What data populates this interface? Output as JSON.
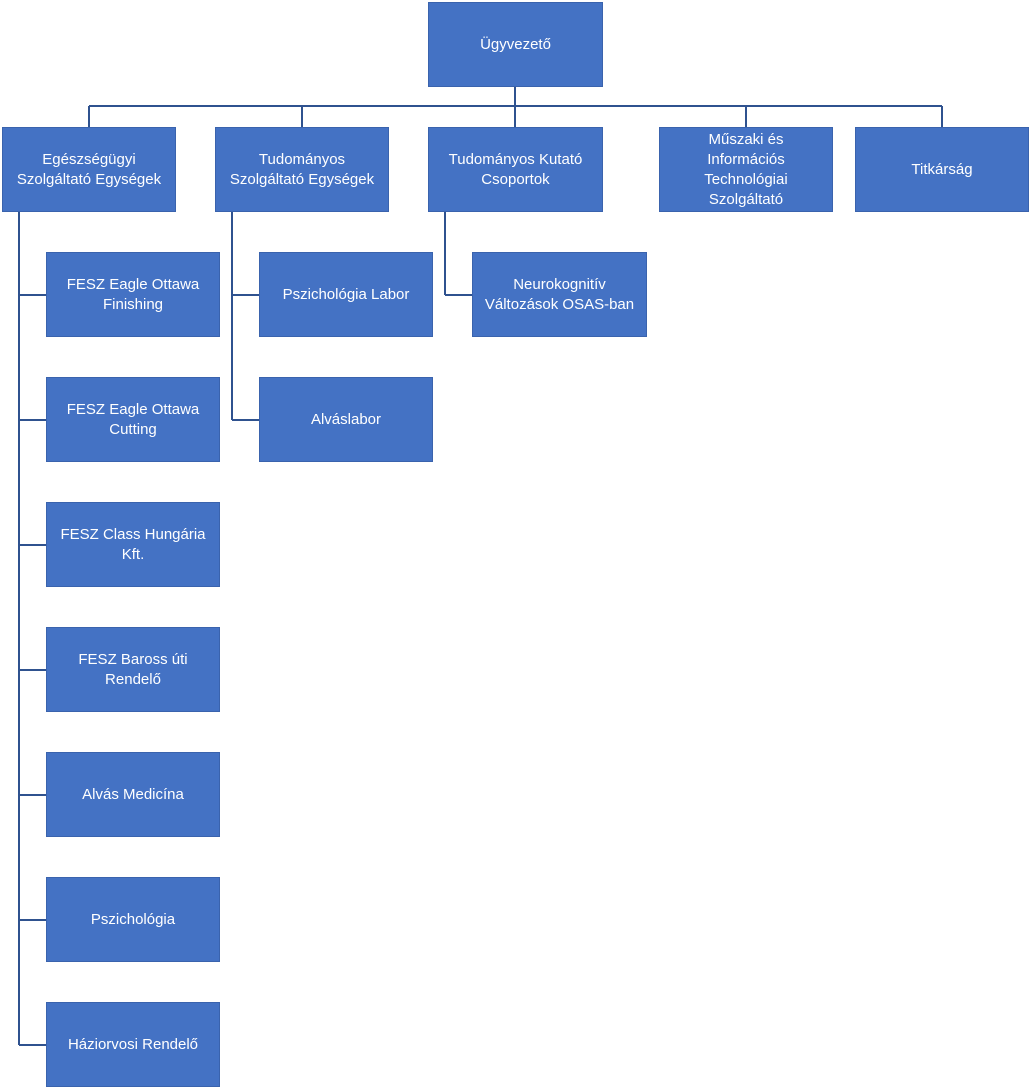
{
  "colors": {
    "box_fill": "#4472c4",
    "connector": "#2f528f",
    "text": "#ffffff"
  },
  "chart": {
    "root": {
      "label": "Ügyvezető"
    },
    "departments": [
      {
        "label": "Egészségügyi\nSzolgáltató Egységek",
        "children": [
          {
            "label": "FESZ Eagle Ottawa\nFinishing"
          },
          {
            "label": "FESZ Eagle Ottawa\nCutting"
          },
          {
            "label": "FESZ Class Hungária\nKft."
          },
          {
            "label": "FESZ Baross úti\nRendelő"
          },
          {
            "label": "Alvás Medicína"
          },
          {
            "label": "Pszichológia"
          },
          {
            "label": "Háziorvosi Rendelő"
          }
        ]
      },
      {
        "label": "Tudományos\nSzolgáltató Egységek",
        "children": [
          {
            "label": "Pszichológia Labor"
          },
          {
            "label": "Alváslabor"
          }
        ]
      },
      {
        "label": "Tudományos Kutató\nCsoportok",
        "children": [
          {
            "label": "Neurokognitív\nVáltozások OSAS-ban"
          }
        ]
      },
      {
        "label": "Műszaki és\nInformációs\nTechnológiai\nSzolgáltató",
        "children": []
      },
      {
        "label": "Titkárság",
        "children": []
      }
    ]
  }
}
